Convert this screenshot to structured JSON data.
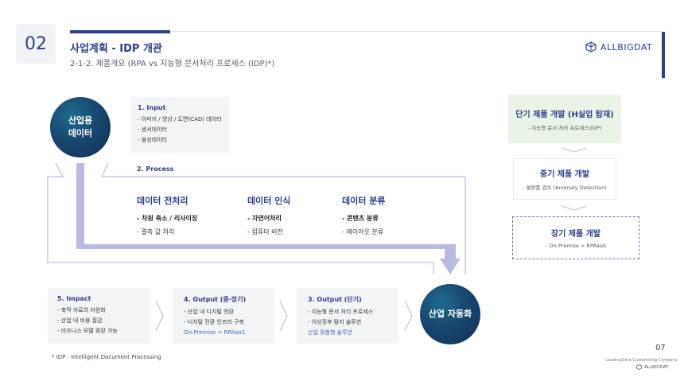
{
  "header": {
    "section_number": "02",
    "title": "사업계획 - IDP 개관",
    "subtitle": "2-1-2. 제품개요 (RPA vs 지능형 문서처리 프로세스 (IDP)*)",
    "logo_text": "ALLBIGDAT"
  },
  "circles": {
    "data": "산업용\n데이터",
    "automation": "산업 자동화"
  },
  "input": {
    "title": "1. Input",
    "items": [
      "- 이미지 / 영상 / 도면(CAD) 데이터",
      "- 센서데이터",
      "- 음성데이터"
    ]
  },
  "process": {
    "label": "2. Process",
    "columns": [
      {
        "title": "데이터 전처리",
        "items": [
          "- 차원 축소 / 리사이징",
          "- 결측 값 처리"
        ]
      },
      {
        "title": "데이터 인식",
        "items": [
          "- 자연어처리",
          "- 컴퓨터 비전"
        ]
      },
      {
        "title": "데이터 분류",
        "items": [
          "- 콘텐츠 분류",
          "- 레이아웃 분류"
        ]
      }
    ]
  },
  "outputs": {
    "impact": {
      "title": "5. Impact",
      "items": [
        "- 축적 자료의 자원화",
        "- 산업 내 비용 절감",
        "- 비즈니스 모델 확장 가능"
      ]
    },
    "mid_long": {
      "title": "4. Output (중·장기)",
      "items": [
        "- 산업 내 디지털 전환",
        "- 디지털 전환 인프라 구축"
      ],
      "note": "On-Premise > RPAaaS"
    },
    "short": {
      "title": "3. Output (단기)",
      "items": [
        "- 지능형 문서 처리 프로세스",
        "- 이상징후 탐지 솔루션"
      ],
      "note": "산업 맞춤형 솔루션"
    }
  },
  "roadmap": {
    "short": {
      "title": "단기 제품 개발 (H실업 탑재)",
      "sub": "- 지능형 문서 처리 프로세스(IDP)"
    },
    "mid": {
      "title": "중기 제품 개발",
      "sub": "- 불량품 검수 (Anomaly Detection)"
    },
    "long": {
      "title": "장기 제품 개발",
      "sub": "- On-Premise > RPAaaS"
    }
  },
  "footer": {
    "footnote": "* IDP : Intelligent Document Processing",
    "page_number": "07",
    "company": "LeadingData Customizing Company",
    "logo_text": "ALLBIGDAT"
  },
  "colors": {
    "brand": "#2b3f8f",
    "arrow_fill": "#b8bbe0",
    "outline": "#c4c8e2",
    "short_box_bg": "#eaf4e6"
  }
}
